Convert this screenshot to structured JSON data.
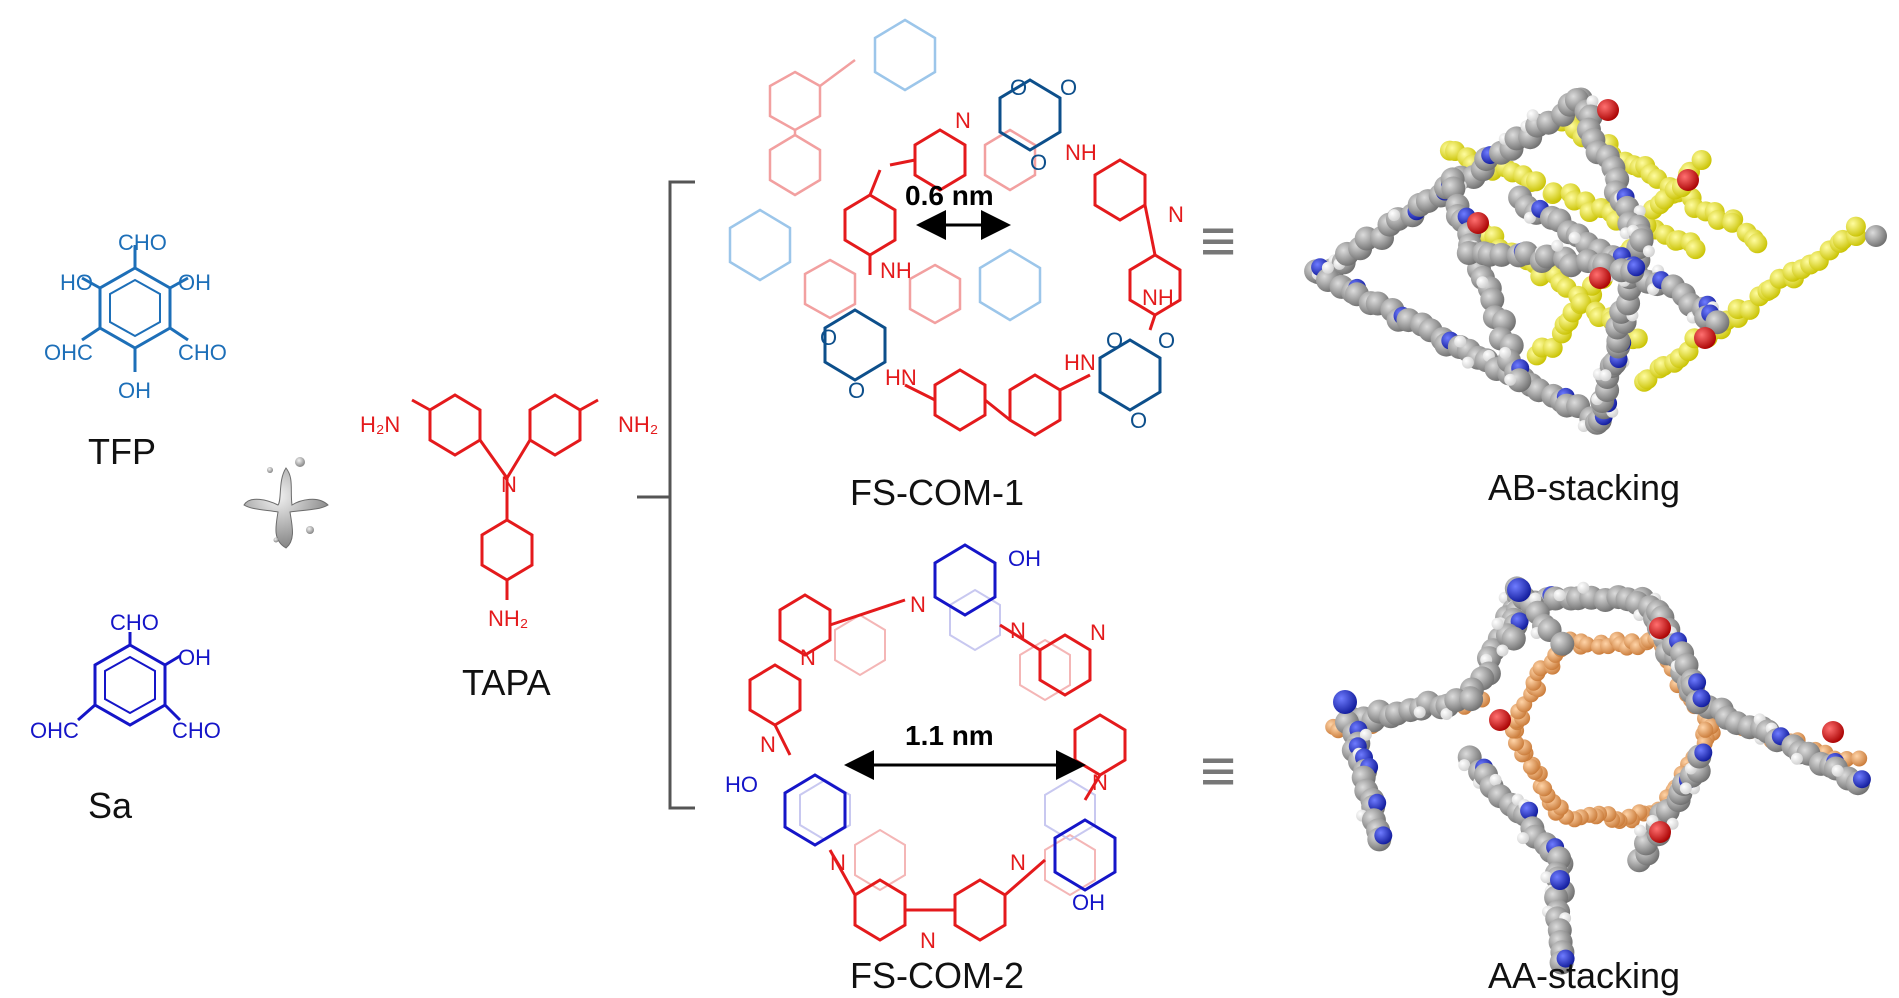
{
  "colors": {
    "tfp": "#1d6fb8",
    "sa": "#1515c8",
    "tapa": "#e41a1c",
    "tapa_light": "#f2a0a0",
    "tfp_light": "#9cc6ea",
    "dark_blue": "#0d4f8b",
    "sa_light": "#c8c8f0",
    "carbon": "#8c8c8c",
    "nitrogen": "#1a2fd8",
    "oxygen": "#e01010",
    "hydrogen": "#f4f4f4",
    "layer_yellow": "#f5f032",
    "layer_orange": "#f0a868"
  },
  "monomers": {
    "tfp": {
      "name": "TFP",
      "labels": {
        "top": "CHO",
        "left_oh": "HO",
        "right_oh": "OH",
        "bl": "OHC",
        "br": "CHO",
        "bottom": "OH"
      }
    },
    "sa": {
      "name": "Sa",
      "labels": {
        "top": "CHO",
        "oh": "OH",
        "bl": "OHC",
        "br": "CHO"
      }
    },
    "tapa": {
      "name": "TAPA",
      "labels": {
        "tl": "H₂N",
        "tr": "NH₂",
        "bottom": "NH₂"
      }
    }
  },
  "frameworks": {
    "fs_com_1": {
      "name": "FS-COM-1",
      "pore": "0.6 nm",
      "nh": "NH",
      "hn": "HN",
      "o": "O",
      "n": "N"
    },
    "fs_com_2": {
      "name": "FS-COM-2",
      "pore": "1.1 nm",
      "n": "N",
      "oh": "OH",
      "ho": "HO"
    }
  },
  "equiv_symbol": "≡",
  "stacking": {
    "ab": {
      "name": "AB-stacking"
    },
    "aa": {
      "name": "AA-stacking"
    }
  }
}
